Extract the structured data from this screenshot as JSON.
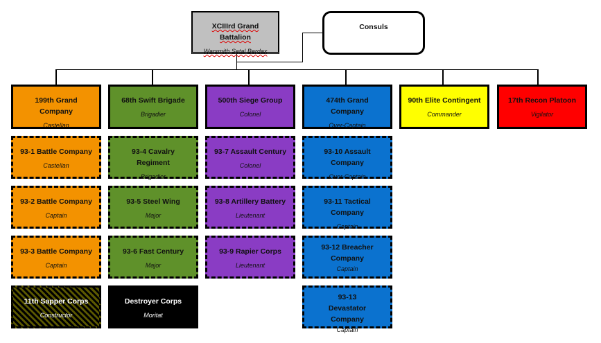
{
  "top": {
    "title": "XCIIIrd Grand Battalion",
    "rank": "Warsmith Setal Berdax",
    "color": "#c0c0c0"
  },
  "consuls": {
    "title": "Consuls",
    "color": "#ffffff"
  },
  "units": [
    {
      "title": "199th Grand Company",
      "rank": "Castellan",
      "color": "#f39200",
      "subunits": [
        {
          "title": "93-1 Battle Company",
          "rank": "Castellan"
        },
        {
          "title": "93-2 Battle Company",
          "rank": "Captain"
        },
        {
          "title": "93-3 Battle Company",
          "rank": "Captain"
        },
        {
          "title": "11th Sapper Corps",
          "rank": "Constructor",
          "style": "striped"
        }
      ]
    },
    {
      "title": "68th Swift Brigade",
      "rank": "Brigadier",
      "color": "#5f912a",
      "subunits": [
        {
          "title": "93-4 Cavalry Regiment",
          "rank": "Brigadier"
        },
        {
          "title": "93-5 Steel Wing",
          "rank": "Major"
        },
        {
          "title": "93-6 Fast Century",
          "rank": "Major"
        },
        {
          "title": "Destroyer Corps",
          "rank": "Moritat",
          "style": "black"
        }
      ]
    },
    {
      "title": "500th Siege Group",
      "rank": "Colonel",
      "color": "#8a3cc4",
      "subunits": [
        {
          "title": "93-7 Assault Century",
          "rank": "Colonel"
        },
        {
          "title": "93-8 Artillery Battery",
          "rank": "Lieutenant"
        },
        {
          "title": "93-9 Rapier Corps",
          "rank": "Lieutenant"
        }
      ]
    },
    {
      "title": "474th Grand Company",
      "rank": "Over-Captain",
      "color": "#0b72cf",
      "subunits": [
        {
          "title": "93-10 Assault Company",
          "rank": "Over-Captain"
        },
        {
          "title": "93-11 Tactical Company",
          "rank": "Captain"
        },
        {
          "title": "93-12 Breacher Company",
          "rank": "Captain"
        },
        {
          "title": "93-13 Devastator Company",
          "rank": "Captain"
        }
      ]
    },
    {
      "title": "90th Elite Contingent",
      "rank": "Commander",
      "color": "#ffff00",
      "subunits": []
    },
    {
      "title": "17th Recon Platoon",
      "rank": "Vigilator",
      "color": "#ff0000",
      "subunits": []
    }
  ]
}
